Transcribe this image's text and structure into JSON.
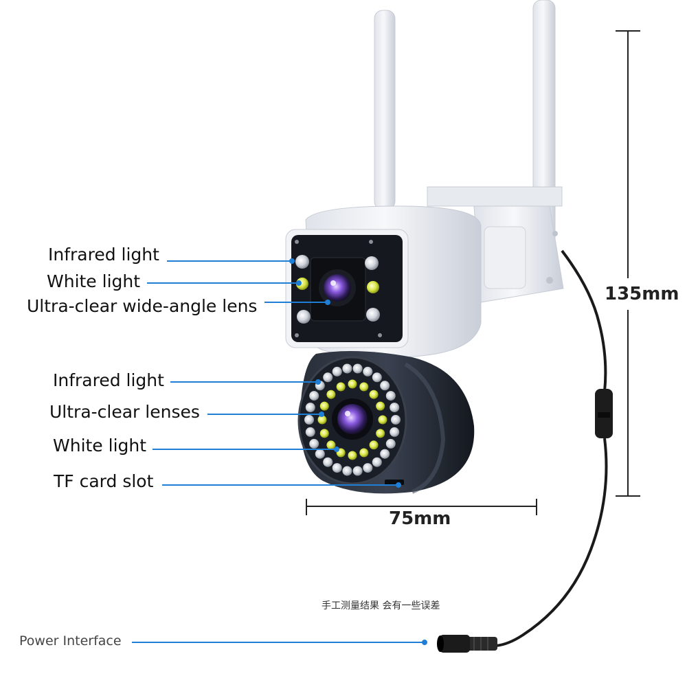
{
  "labels": {
    "top_infrared": "Infrared light",
    "top_white": "White light",
    "top_lens": "Ultra-clear wide-angle lens",
    "bottom_infrared": "Infrared light",
    "bottom_lenses": "Ultra-clear lenses",
    "bottom_white": "White light",
    "tf_slot": "TF card slot",
    "power": "Power Interface"
  },
  "dimensions": {
    "height": "135mm",
    "width": "75mm"
  },
  "note": "手工测量结果 会有一些误差",
  "colors": {
    "leader_line": "#1f7ed6",
    "camera_white": "#eef0f4",
    "camera_dark": "#1d222b",
    "lens_purple": "#7a4fc9",
    "led_yellow": "#d9e84a",
    "cable": "#1a1a1a"
  }
}
